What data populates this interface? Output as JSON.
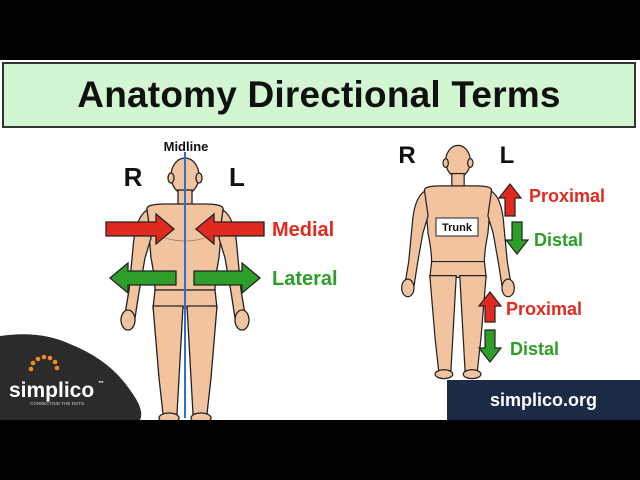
{
  "title": "Anatomy Directional Terms",
  "left_figure": {
    "midline_label": "Midline",
    "right_letter": "R",
    "left_letter": "L",
    "medial_label": "Medial",
    "lateral_label": "Lateral"
  },
  "right_figure": {
    "right_letter": "R",
    "left_letter": "L",
    "trunk_label": "Trunk",
    "arm_proximal_label": "Proximal",
    "arm_distal_label": "Distal",
    "leg_proximal_label": "Proximal",
    "leg_distal_label": "Distal"
  },
  "logo": {
    "name": "simplico",
    "tagline": "CONNECTING THE DOTS",
    "trademark": "™"
  },
  "website": "simplico.org",
  "colors": {
    "title_bg": "#d2f6d2",
    "red": "#e02a1f",
    "green": "#2e9e2a",
    "midline": "#2f6fd0",
    "skin": "#f2c39f",
    "badge": "#1b2b45",
    "logo_orange": "#f08a24"
  }
}
